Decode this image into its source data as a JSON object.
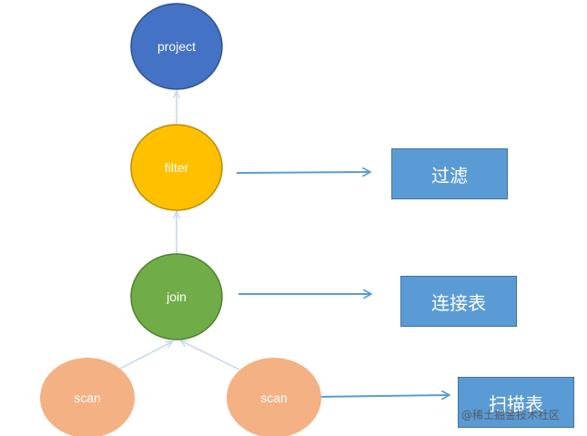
{
  "colors": {
    "project_fill": "#4472c4",
    "filter_fill": "#ffc000",
    "join_fill": "#70ad47",
    "scan_fill": "#f4b183",
    "box_fill": "#5b9bd5",
    "arrow": "#5b9bd5",
    "edge": "#c5d6ea"
  },
  "nodes": {
    "project": "project",
    "filter": "filter",
    "join": "join",
    "scan_left": "scan",
    "scan_right": "scan"
  },
  "boxes": {
    "filter": "过滤",
    "join": "连接表",
    "scan": "扫描表"
  },
  "watermark": "@稀土掘金技术社区"
}
